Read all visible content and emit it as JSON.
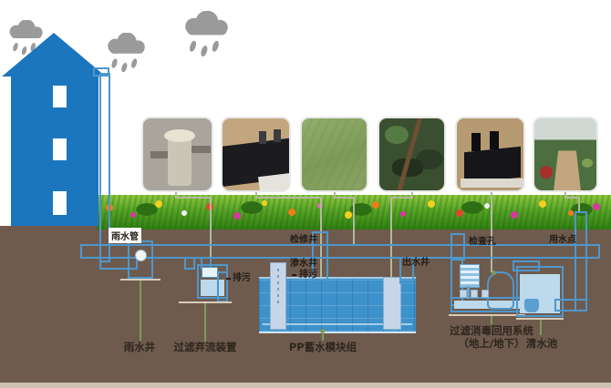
{
  "labels": {
    "rain_pipe": "雨水管",
    "inspection_well": "检修井",
    "seepage_well": "渗水井",
    "drain1": "排污",
    "drain2": "排污",
    "outlet_well": "出水井",
    "inspection_hole": "检查孔",
    "water_use_point": "用水点"
  },
  "captions": {
    "rainwater_well": "雨水井",
    "filter_diverter": "过滤弃流装置",
    "pp_module": "PP蓄水模块组",
    "reuse_system_line1": "过滤消毒回用系统",
    "reuse_system_line2": "（地上/地下）",
    "clean_pool": "清水池"
  },
  "photos": [
    {
      "name": "filter-unit-photo"
    },
    {
      "name": "buried-tank-photo"
    },
    {
      "name": "lawn-photo"
    },
    {
      "name": "overgrown-well-photo"
    },
    {
      "name": "treatment-tank-photo"
    },
    {
      "name": "garden-photo"
    }
  ],
  "colors": {
    "building": "#1b76bd",
    "pipe_outline": "#4e97cc",
    "soil": "#6e5b4e",
    "pp_tank": "#3e92cb",
    "grass": "#57a226",
    "cloud": "#9a9a9a",
    "clean_water": "#bdd9ec",
    "label_text": "#241d18"
  }
}
